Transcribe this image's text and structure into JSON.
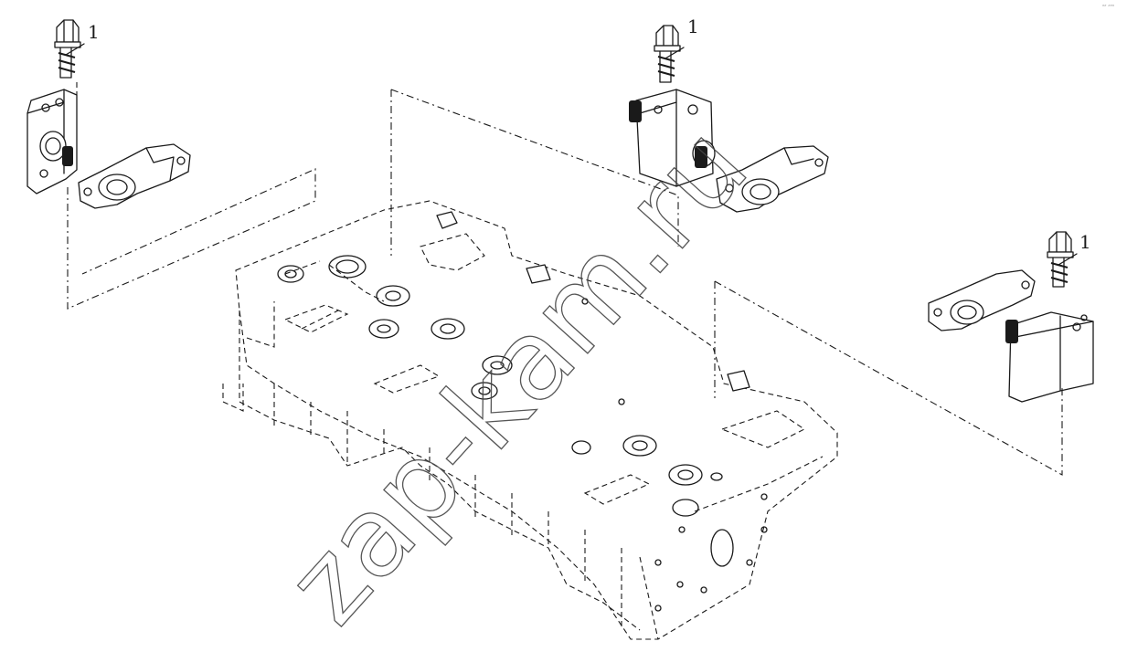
{
  "callouts": [
    {
      "id": "bolt-left",
      "label": "1"
    },
    {
      "id": "bolt-center",
      "label": "1"
    },
    {
      "id": "bolt-right",
      "label": "1"
    }
  ],
  "watermark": {
    "text": "zap-kam.ru"
  },
  "corner_mark": {
    "text": "″″ ″″″"
  },
  "colors": {
    "ink": "#1a1a1a",
    "background": "#ffffff"
  }
}
